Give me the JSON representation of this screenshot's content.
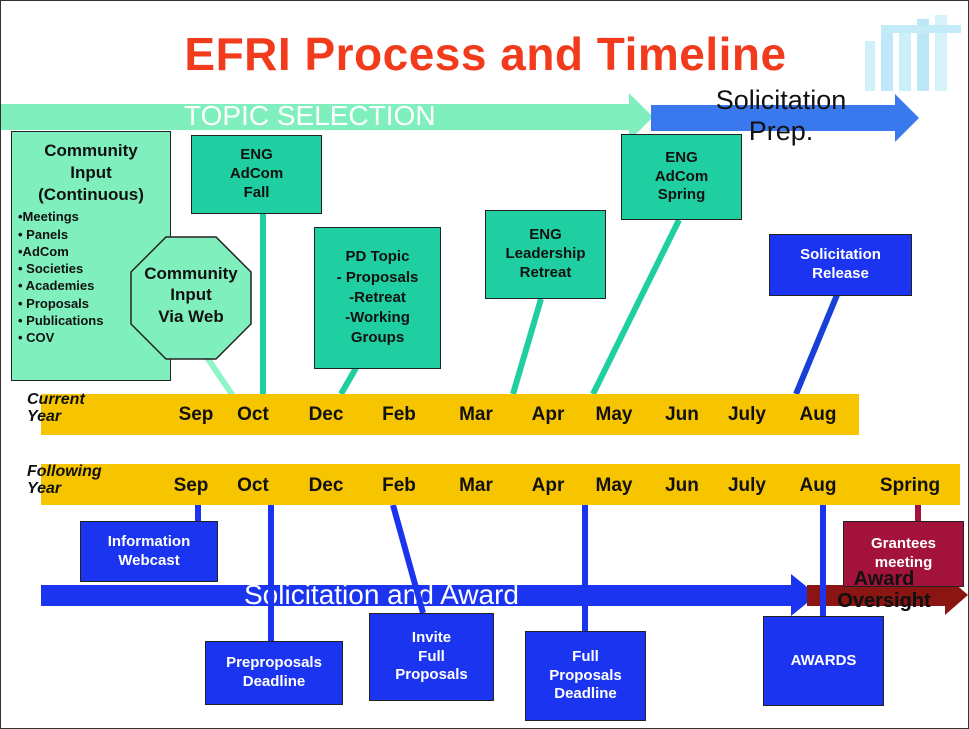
{
  "title": "EFRI Process and Timeline",
  "arrows": {
    "topic_selection": "TOPIC SELECTION",
    "solicitation_prep": "Solicitation Prep.",
    "solicitation_award": "Solicitation and Award",
    "award_oversight": "Award Oversight"
  },
  "community_box": {
    "title_lines": [
      "Community",
      "Input",
      "(Continuous)"
    ],
    "bullets": [
      "•Meetings",
      "• Panels",
      "•AdCom",
      "• Societies",
      "• Academies",
      "• Proposals",
      "• Publications",
      "• COV"
    ]
  },
  "web_octagon": {
    "lines": [
      "Community",
      "Input",
      "Via Web"
    ]
  },
  "top_boxes": {
    "eng_fall": [
      "ENG",
      "AdCom",
      "Fall"
    ],
    "pd_topic": [
      "PD Topic",
      "- Proposals",
      "-Retreat",
      "-Working",
      "Groups"
    ],
    "eng_retreat": [
      "ENG",
      "Leadership",
      "Retreat"
    ],
    "eng_spring": [
      "ENG",
      "AdCom",
      "Spring"
    ],
    "solicitation_release": [
      "Solicitation",
      "Release"
    ]
  },
  "current_year": {
    "label_lines": [
      "Current",
      "Year"
    ],
    "months": [
      "Sep",
      "Oct",
      "Dec",
      "Feb",
      "Mar",
      "Apr",
      "May",
      "Jun",
      "July",
      "Aug"
    ]
  },
  "following_year": {
    "label_lines": [
      "Following",
      "Year"
    ],
    "months": [
      "Sep",
      "Oct",
      "Dec",
      "Feb",
      "Mar",
      "Apr",
      "May",
      "Jun",
      "July",
      "Aug",
      "Spring"
    ]
  },
  "bottom_boxes": {
    "webcast": [
      "Information",
      "Webcast"
    ],
    "preproposals": [
      "Preproposals",
      "Deadline"
    ],
    "invite": [
      "Invite",
      "Full",
      "Proposals"
    ],
    "full_deadline": [
      "Full",
      "Proposals",
      "Deadline"
    ],
    "awards": [
      "AWARDS"
    ],
    "grantees": [
      "Grantees",
      "meeting"
    ]
  },
  "colors": {
    "title": "#f23a1c",
    "teal_box": "#1fcfa1",
    "blue_box": "#1a34f0",
    "timeline_band": "#f7c400",
    "maroon_box": "#a3123b"
  }
}
